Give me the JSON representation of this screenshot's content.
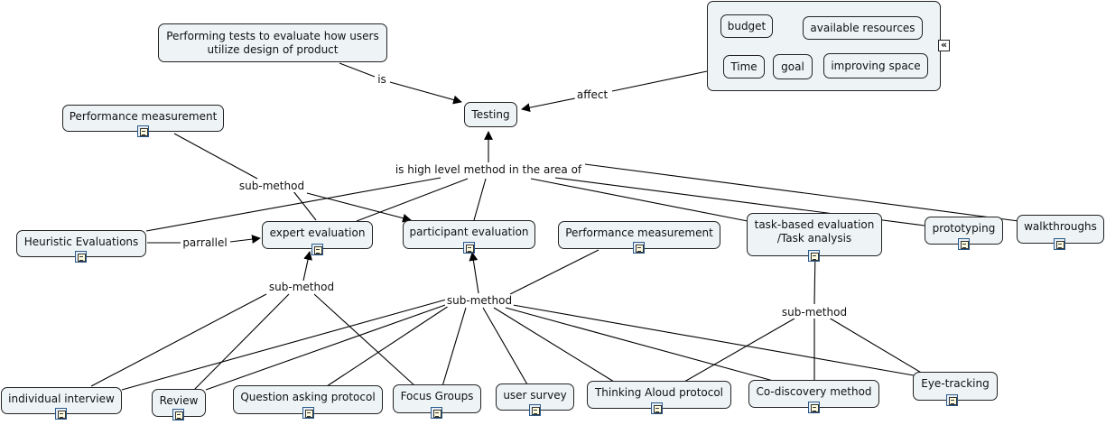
{
  "nodes": {
    "performing_tests": "Performing tests to evaluate how users utilize design of product",
    "testing": "Testing",
    "perf_measurement_left": "Performance measurement",
    "heuristic": "Heuristic Evaluations",
    "expert": "expert evaluation",
    "participant": "participant evaluation",
    "perf_measurement_mid": "Performance measurement",
    "task_based": "task-based evaluation /Task analysis",
    "prototyping": "prototyping",
    "walkthroughs": "walkthroughs",
    "interview": "individual interview",
    "review": "Review",
    "question_asking": "Question asking protocol",
    "focus_groups": "Focus Groups",
    "user_survey": "user survey",
    "thinking_aloud": "Thinking Aloud protocol",
    "co_discovery": "Co-discovery method",
    "eye_tracking": "Eye-tracking"
  },
  "group": {
    "items": {
      "budget": "budget",
      "resources": "available resources",
      "time": "Time",
      "goal": "goal",
      "improving": "improving space"
    },
    "collapse_glyph": "«"
  },
  "links": {
    "is": "is",
    "affect": "affect",
    "high_level": "is high level method in the area of",
    "sub_method_top": "sub-method",
    "parrallel": "parrallel",
    "sub_method_expert": "sub-method",
    "sub_method_participant": "sub-method",
    "sub_method_task": "sub-method"
  }
}
